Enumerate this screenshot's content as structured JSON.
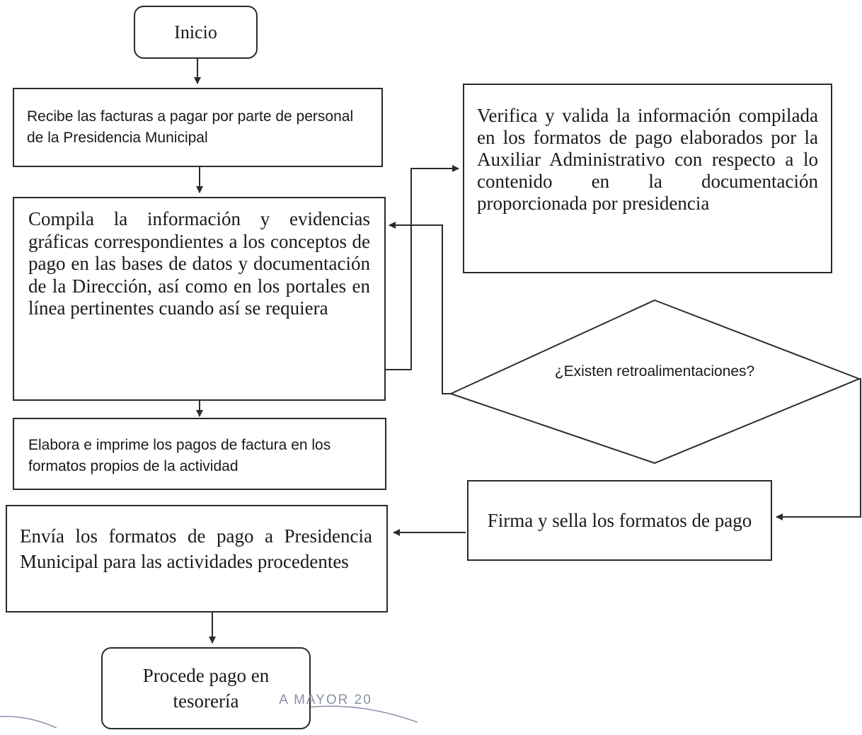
{
  "nodes": {
    "inicio": "Inicio",
    "recibe": "Recibe las facturas a pagar por parte de personal de la Presidencia Municipal",
    "compila": "Compila la información y evidencias gráficas correspondientes a los conceptos de pago en las bases de datos y documentación de la Dirección, así como en los portales en línea pertinentes cuando así se requiera",
    "verifica": "Verifica y valida la información compilada en los formatos de pago elaborados por la Auxiliar Administrativo con respecto a lo contenido en la documentación proporcionada por presidencia",
    "decision": "¿Existen retroalimentaciones?",
    "elabora": "Elabora e imprime los pagos de factura en los formatos propios de la actividad",
    "firma": "Firma y sella los formatos de pago",
    "envia": "Envía los formatos de pago a Presidencia Municipal para las actividades procedentes",
    "procede": "Procede pago en tesorería"
  },
  "stamp_text": "A MAYOR 20",
  "colors": {
    "line": "#2b2b2b",
    "stamp": "#8a91a8"
  }
}
